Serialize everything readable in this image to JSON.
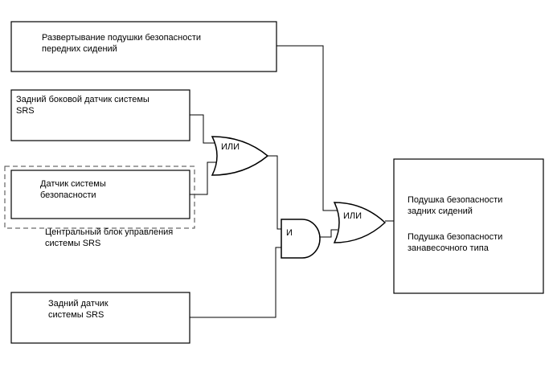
{
  "boxes": {
    "front_deploy": {
      "line1": "Развертывание подушки безопасности",
      "line2": "передних сидений"
    },
    "rear_side_sensor": {
      "line1": "Задний боковой датчик системы",
      "line2": "SRS"
    },
    "safety_sensor": {
      "line1": "Датчик системы",
      "line2": "безопасности"
    },
    "rear_sensor": {
      "line1": "Задний датчик",
      "line2": "системы SRS"
    },
    "output": {
      "line1": "Подушка безопасности",
      "line2": "задних сидений",
      "line3": "Подушка безопасности",
      "line4": "занавесочного типа"
    }
  },
  "control_unit": {
    "line1": "Центральный блок управления",
    "line2": "системы SRS"
  },
  "gates": {
    "or_upper": "ИЛИ",
    "and_gate": "И",
    "or_right": "ИЛИ"
  }
}
